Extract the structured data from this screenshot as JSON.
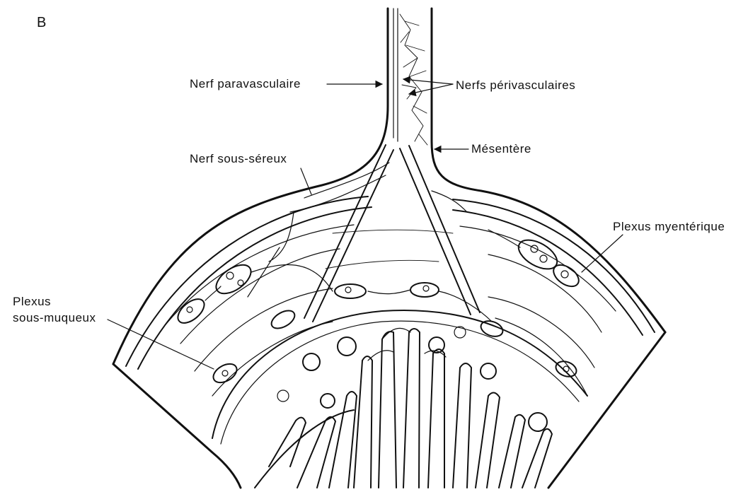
{
  "panel_letter": "B",
  "labels": {
    "paravascular": "Nerf paravasculaire",
    "perivascular": "Nerfs périvasculaires",
    "mesentery": "Mésentère",
    "subserous": "Nerf sous-séreux",
    "myenteric": "Plexus myentérique",
    "submucous_line1": "Plexus",
    "submucous_line2": "sous-muqueux"
  },
  "colors": {
    "ink": "#111111",
    "paper": "#ffffff"
  }
}
